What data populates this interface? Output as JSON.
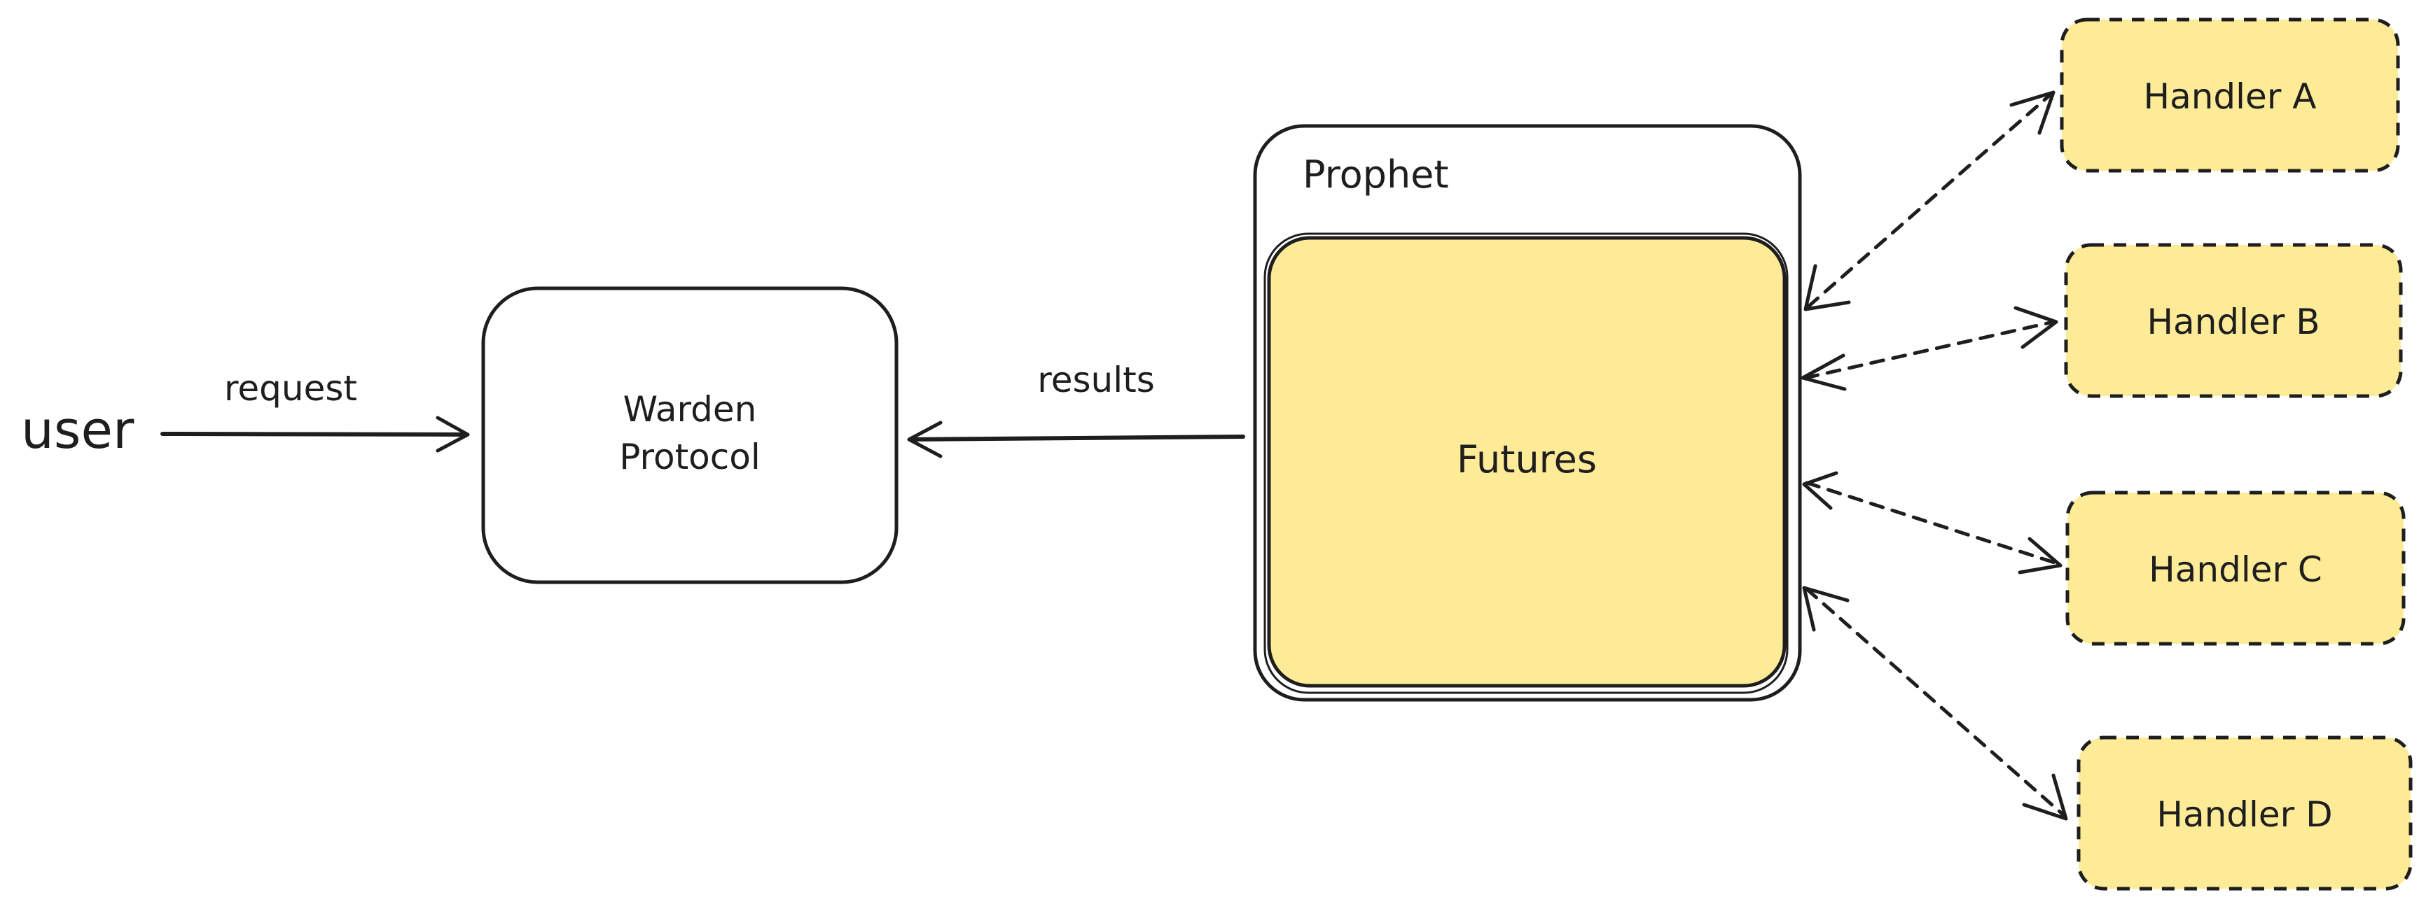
{
  "diagram": {
    "user_label": "user",
    "request_label": "request",
    "results_label": "results",
    "warden": {
      "line1": "Warden",
      "line2": "Protocol"
    },
    "prophet": {
      "title": "Prophet",
      "futures": "Futures"
    },
    "handlers": [
      {
        "label": "Handler A"
      },
      {
        "label": "Handler B"
      },
      {
        "label": "Handler C"
      },
      {
        "label": "Handler D"
      }
    ]
  },
  "colors": {
    "stroke": "#1e1e1e",
    "fill_yellow": "#fdeb97",
    "background": "#ffffff"
  }
}
